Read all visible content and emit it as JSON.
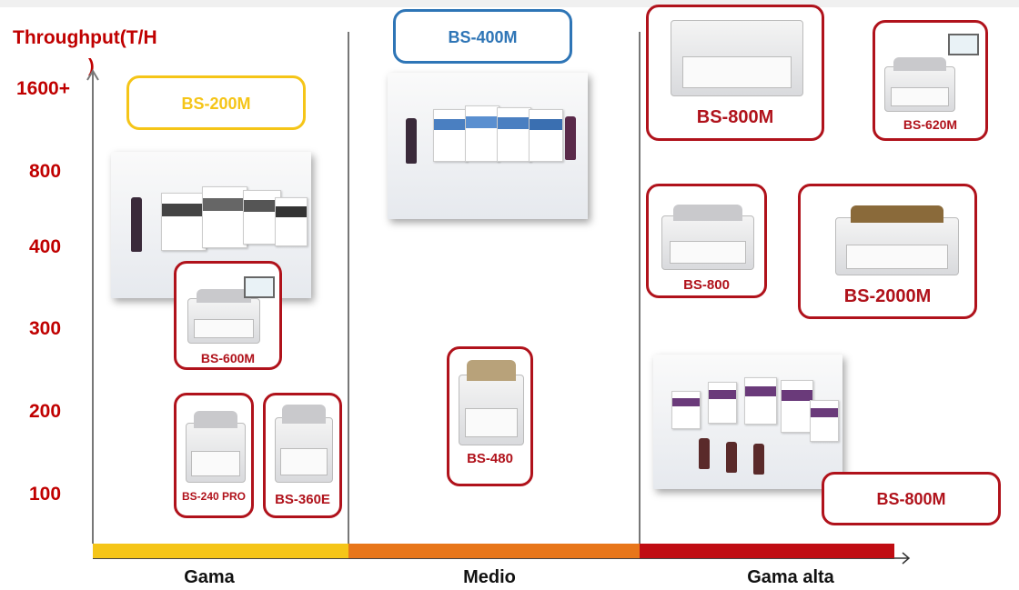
{
  "y_axis": {
    "title": "Throughput(T/H",
    "title_wrap": ")",
    "ticks": [
      "1600+",
      "800",
      "400",
      "300",
      "200",
      "100"
    ]
  },
  "categories": [
    {
      "label": "Gama",
      "color": "#f5c518"
    },
    {
      "label": "Medio",
      "color": "#e8761a"
    },
    {
      "label": "Gama alta",
      "color": "#c00c12"
    }
  ],
  "products": {
    "bs200m": "BS-200M",
    "bs400m": "BS-400M",
    "bs600m": "BS-600M",
    "bs240pro": "BS-240 PRO",
    "bs360e": "BS-360E",
    "bs480": "BS-480",
    "bs800m_top": "BS-800M",
    "bs620m": "BS-620M",
    "bs800": "BS-800",
    "bs2000m": "BS-2000M",
    "bs800m_bottom": "BS-800M"
  },
  "colors": {
    "label_red": "#c00000",
    "box_red": "#b0121b",
    "yellow": "#f5c518",
    "blue": "#2e75b6"
  }
}
